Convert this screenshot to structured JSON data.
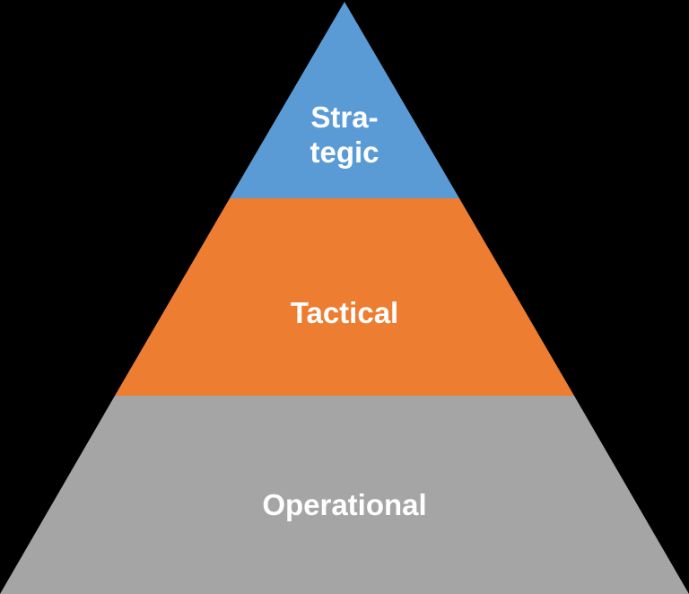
{
  "background_color": "#000000",
  "diagram": {
    "type": "pyramid",
    "title": "",
    "levels": [
      {
        "name": "strategic",
        "lines": [
          "Stra-",
          "tegic"
        ],
        "color": "#5B9BD5",
        "text_color": "#FFFFFF",
        "position": "top"
      },
      {
        "name": "tactical",
        "lines": [
          "Tactical"
        ],
        "color": "#ED7D31",
        "text_color": "#FFFFFF",
        "position": "middle"
      },
      {
        "name": "operational",
        "lines": [
          "Operational"
        ],
        "color": "#A5A5A5",
        "text_color": "#FFFFFF",
        "position": "bottom"
      }
    ]
  }
}
